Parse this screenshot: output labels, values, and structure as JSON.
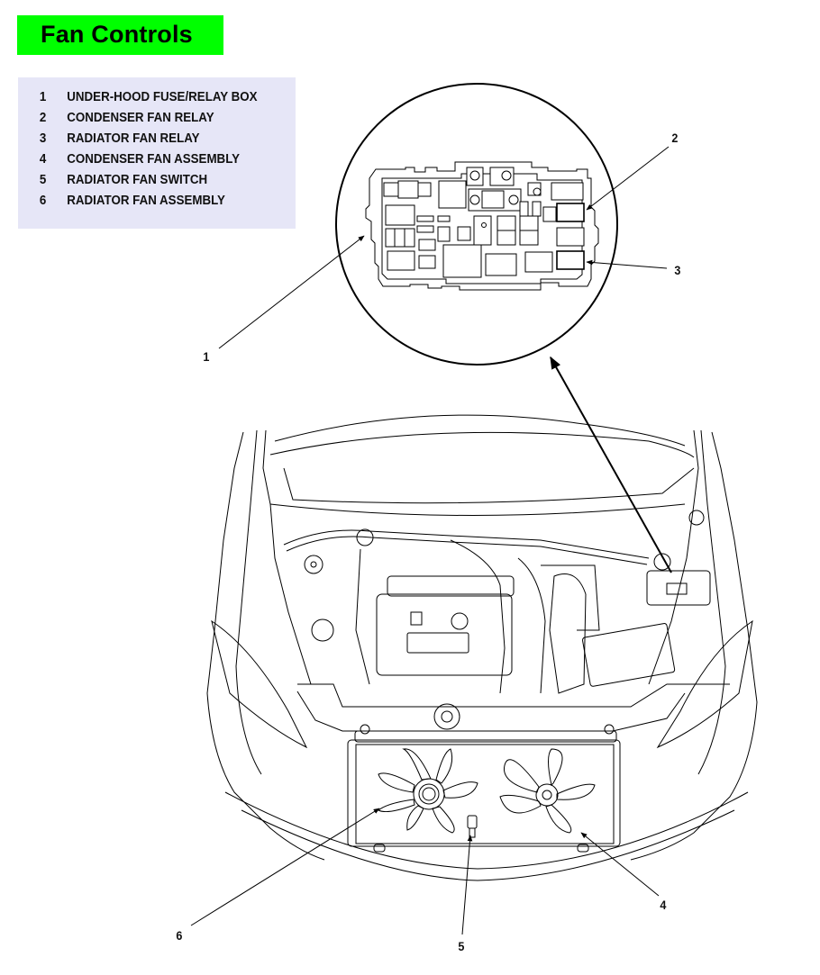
{
  "title": "Fan Controls",
  "colors": {
    "title_background": "#00ff00",
    "legend_background": "#e6e6f7",
    "line": "#000000"
  },
  "legend": [
    {
      "number": "1",
      "label": "UNDER-HOOD FUSE/RELAY BOX"
    },
    {
      "number": "2",
      "label": "CONDENSER FAN RELAY"
    },
    {
      "number": "3",
      "label": "RADIATOR FAN RELAY"
    },
    {
      "number": "4",
      "label": "CONDENSER FAN ASSEMBLY"
    },
    {
      "number": "5",
      "label": "RADIATOR FAN SWITCH"
    },
    {
      "number": "6",
      "label": "RADIATOR FAN ASSEMBLY"
    }
  ],
  "callouts": {
    "c1": "1",
    "c2": "2",
    "c3": "3",
    "c4": "4",
    "c5": "5",
    "c6": "6"
  }
}
